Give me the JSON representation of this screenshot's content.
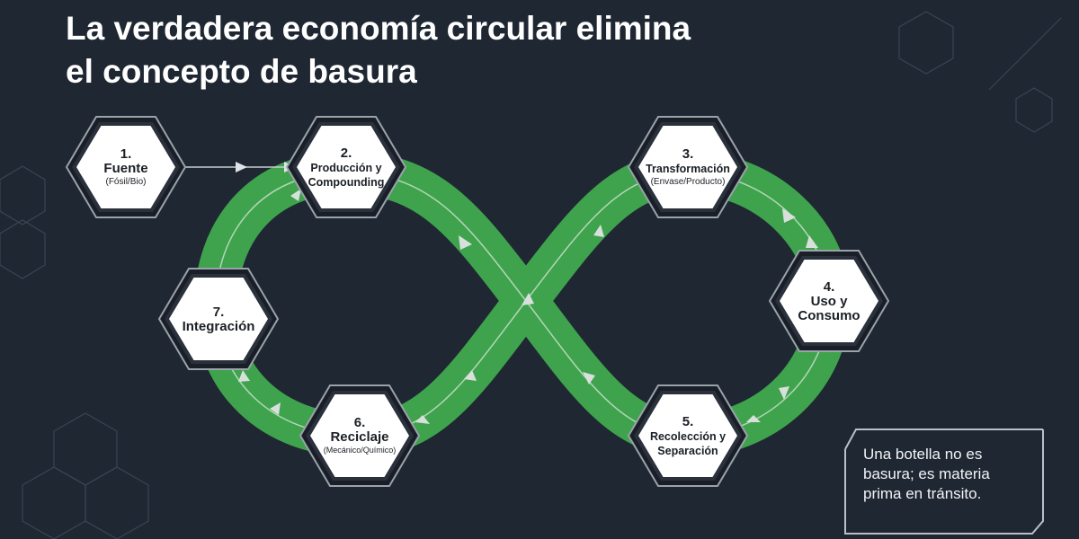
{
  "title": {
    "line1": "La verdadera economía circular elimina",
    "line2": "el concepto de basura"
  },
  "colors": {
    "background": "#1f2733",
    "band": "#3fa34d",
    "hex_fill": "#ffffff"
  },
  "steps": [
    {
      "num": "1.",
      "label": "Fuente",
      "sub": "(Fósil/Bio)"
    },
    {
      "num": "2.",
      "label": "Producción y Compounding"
    },
    {
      "num": "3.",
      "label": "Transformación",
      "sub": "(Envase/Producto)"
    },
    {
      "num": "4.",
      "label": "Uso y Consumo"
    },
    {
      "num": "5.",
      "label": "Recolección y Separación"
    },
    {
      "num": "6.",
      "label": "Reciclaje",
      "sub": "(Mecánico/Químico)"
    },
    {
      "num": "7.",
      "label": "Integración"
    }
  ],
  "quote": "Una botella no es basura; es materia prima en tránsito."
}
